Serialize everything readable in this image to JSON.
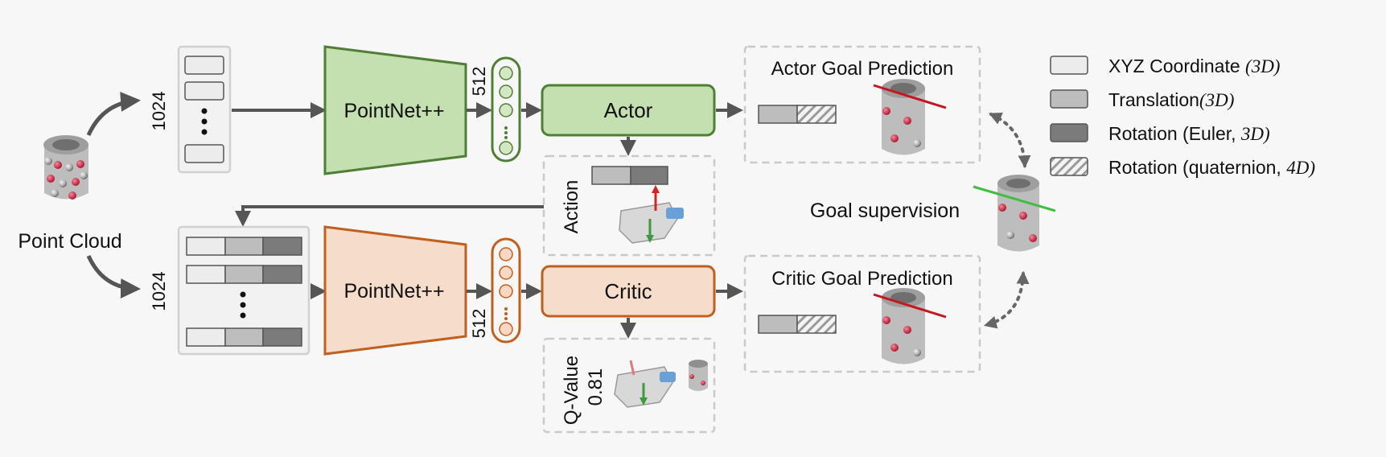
{
  "input": {
    "label": "Point Cloud"
  },
  "branches": {
    "actor": {
      "point_count": "1024",
      "encoder_label": "PointNet++",
      "feature_dim": "512",
      "head_label": "Actor",
      "prediction_title": "Actor Goal Prediction"
    },
    "critic": {
      "point_count": "1024",
      "encoder_label": "PointNet++",
      "feature_dim": "512",
      "head_label": "Critic",
      "prediction_title": "Critic Goal Prediction"
    }
  },
  "action": {
    "label": "Action"
  },
  "qvalue": {
    "label": "Q-Value",
    "value": "0.81"
  },
  "supervision": {
    "label": "Goal supervision"
  },
  "legend": [
    {
      "text": "XYZ Coordinate ",
      "math": "(3D)",
      "swatch": "light"
    },
    {
      "text": "Translation",
      "math": "(3D)",
      "swatch": "mid"
    },
    {
      "text": "Rotation (Euler, ",
      "math": "3D)",
      "swatch": "dark"
    },
    {
      "text": "Rotation (quaternion, ",
      "math": "4D)",
      "swatch": "hatch"
    }
  ],
  "colors": {
    "actor_fill": "#c4dfb0",
    "actor_stroke": "#4f7f34",
    "critic_fill": "#f6dccb",
    "critic_stroke": "#c05f1e",
    "arrow": "#555555",
    "swatch_light": "#ececec",
    "swatch_mid": "#bdbdbd",
    "swatch_dark": "#7b7b7b"
  }
}
